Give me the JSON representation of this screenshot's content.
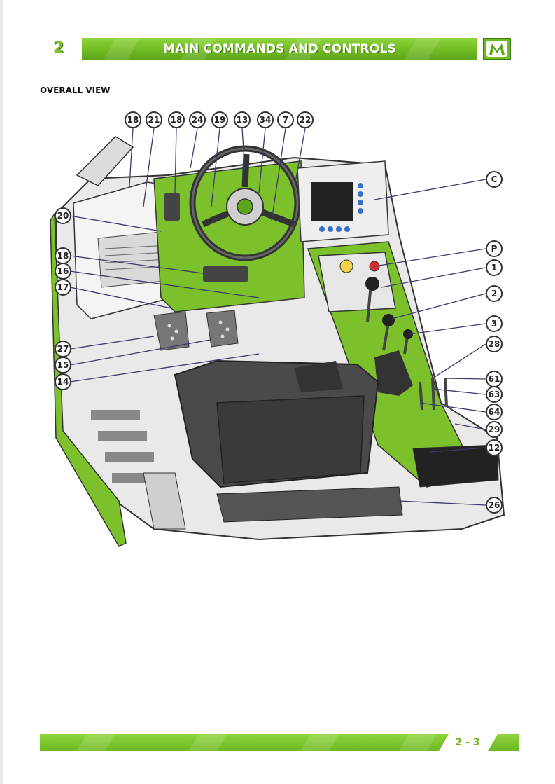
{
  "header": {
    "chapter_number": "2",
    "title": "MAIN COMMANDS AND CONTROLS",
    "logo_icon": "merlo-logo-icon"
  },
  "section_title": "OVERALL VIEW",
  "figure": {
    "callouts_top": [
      "18",
      "21",
      "18",
      "24",
      "19",
      "13",
      "34",
      "7",
      "22"
    ],
    "callouts_left": [
      "20",
      "18",
      "16",
      "17",
      "27",
      "15",
      "14"
    ],
    "callouts_right": [
      "C",
      "P",
      "1",
      "2",
      "3",
      "28",
      "61",
      "63",
      "64",
      "29",
      "12",
      "26"
    ]
  },
  "footer": {
    "page_number": "2 - 3"
  },
  "colors": {
    "brand_green": "#7cc12b",
    "dark_green": "#3f7a0f",
    "outline": "#333333"
  }
}
